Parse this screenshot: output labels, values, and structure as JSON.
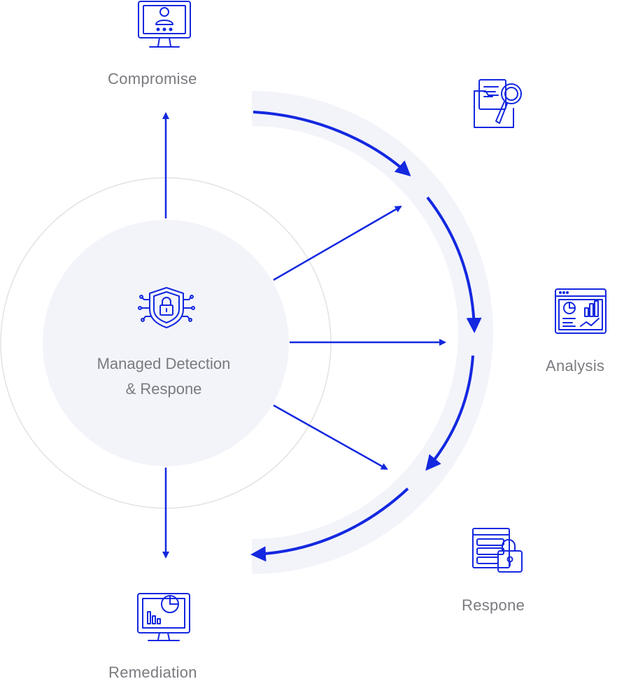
{
  "center": {
    "line1": "Managed Detection",
    "line2": "& Respone",
    "icon": "shield-lock-circuit-icon"
  },
  "stages": {
    "compromise": {
      "label": "Compromise",
      "icon": "computer-user-icon"
    },
    "investigation": {
      "icon": "folder-search-icon"
    },
    "analysis": {
      "label": "Analysis",
      "icon": "analytics-dashboard-icon"
    },
    "response": {
      "label": "Respone",
      "icon": "server-lock-icon"
    },
    "remediation": {
      "label": "Remediation",
      "icon": "monitor-chart-icon"
    }
  },
  "colors": {
    "accent": "#1428e0",
    "circle_fill": "#f3f4fa",
    "arc_band": "#f3f4fa",
    "outer_ring": "#e2e2e2",
    "label_text": "#7a7a80"
  }
}
